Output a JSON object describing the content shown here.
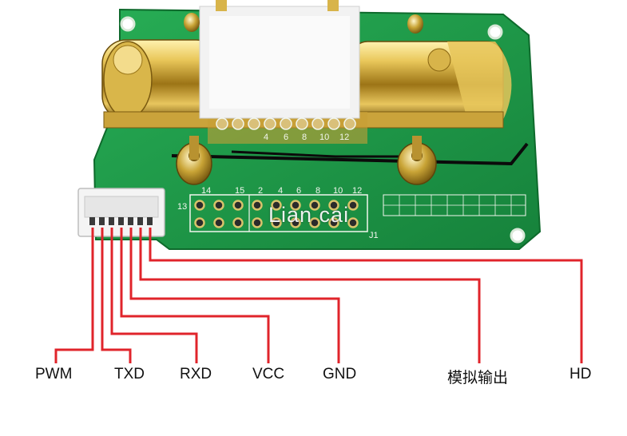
{
  "watermark": "Lian cai",
  "pins": [
    {
      "label": "PWM"
    },
    {
      "label": "TXD"
    },
    {
      "label": "RXD"
    },
    {
      "label": "VCC"
    },
    {
      "label": "GND"
    },
    {
      "label": "模拟输出"
    },
    {
      "label": "HD"
    }
  ],
  "header_pins_top": [
    "14",
    "15",
    "2",
    "4",
    "6",
    "8",
    "10",
    "12"
  ],
  "header_pin_left": "13",
  "header_pin_j": "J1",
  "sensor_pin_numbers": [
    "4",
    "6",
    "8",
    "10",
    "12"
  ],
  "colors": {
    "pcb_green": "#1f9a4a",
    "gold": "#c9a436",
    "wire_red": "#e0242b",
    "label_text": "#111111"
  }
}
